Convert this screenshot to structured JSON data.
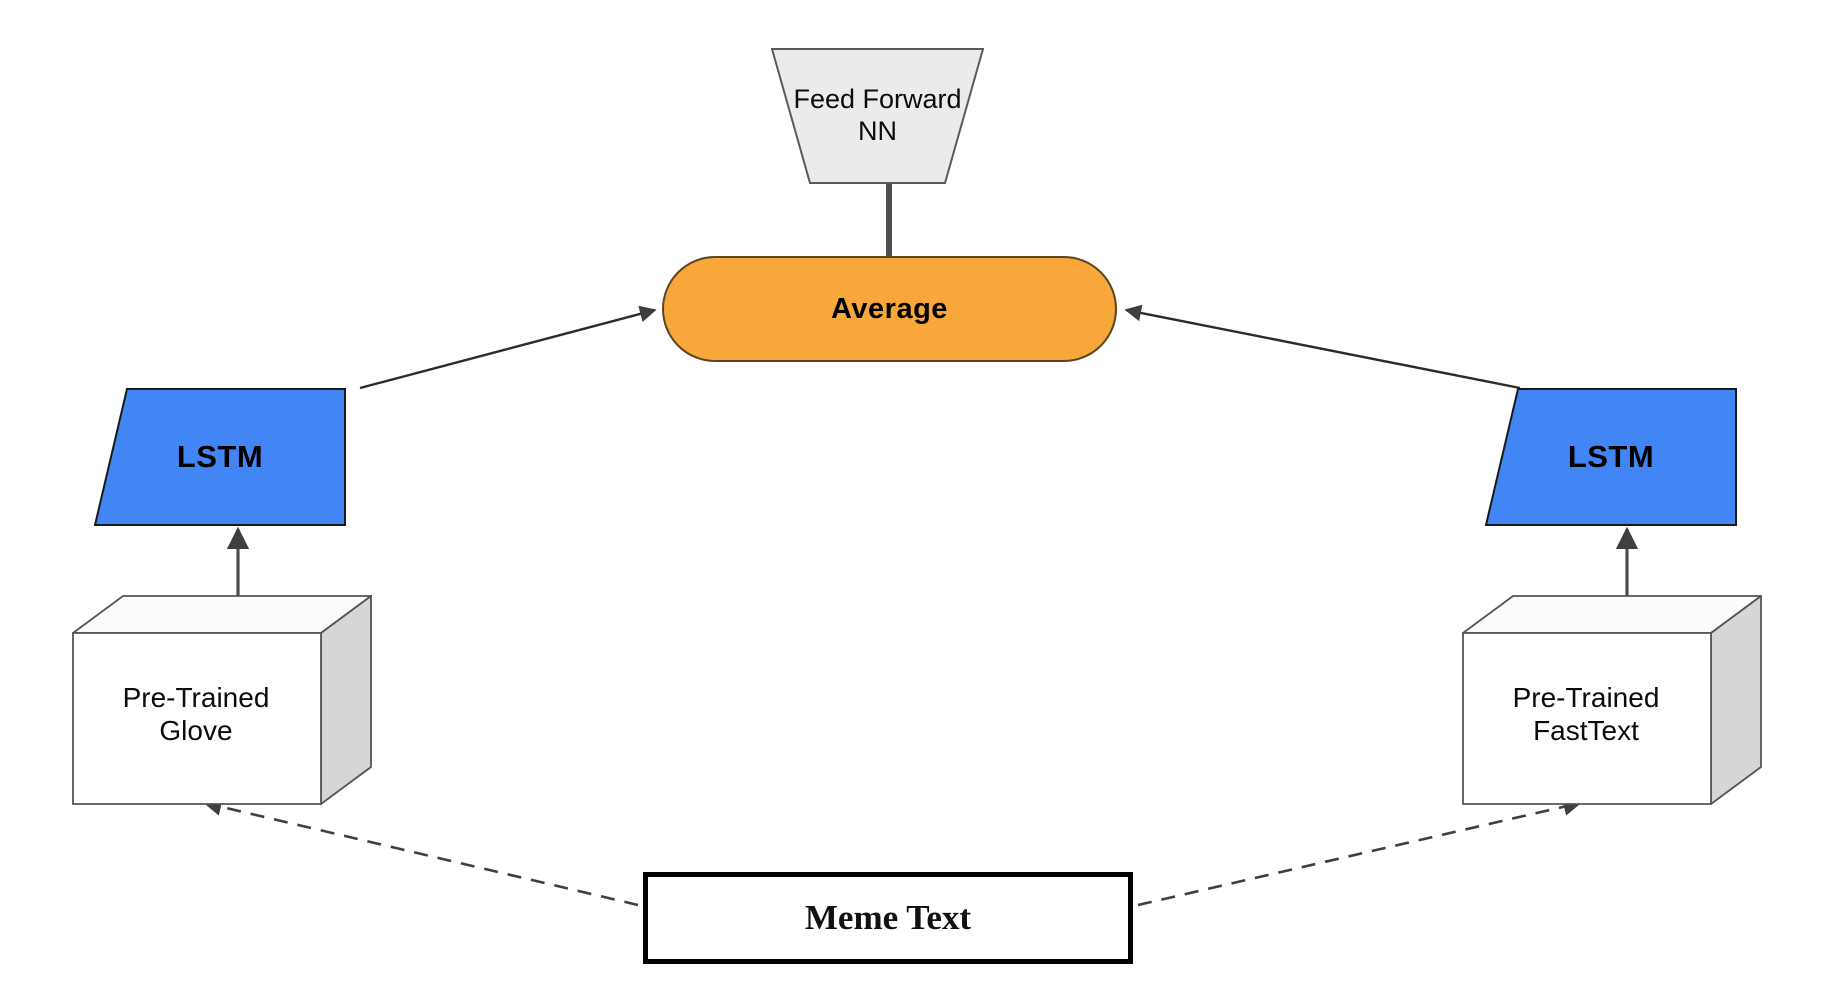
{
  "diagram": {
    "title": "Meme text dual-embedding LSTM architecture",
    "background_color": "#ffffff",
    "nodes": {
      "feed_forward": {
        "label": "Feed Forward\nNN",
        "shape": "inverted-trapezoid",
        "fill": "#ebebeb",
        "stroke": "#5a5a5a",
        "text_color": "#0b0b0b"
      },
      "average": {
        "label": "Average",
        "shape": "stadium",
        "fill": "#f8a73b",
        "stroke": "#5c4520",
        "text_color": "#000000"
      },
      "lstm_left": {
        "label": "LSTM",
        "shape": "trapezoid",
        "fill": "#4285f4",
        "stroke": "#1a1a1a",
        "text_color": "#000000"
      },
      "lstm_right": {
        "label": "LSTM",
        "shape": "trapezoid",
        "fill": "#4285f4",
        "stroke": "#1a1a1a",
        "text_color": "#000000"
      },
      "pretrained_glove": {
        "label": "Pre-Trained\nGlove",
        "shape": "cube-3d",
        "fill": "#ffffff",
        "side_fill": "#d6d6d6",
        "stroke": "#555555",
        "text_color": "#0b0b0b"
      },
      "pretrained_fasttext": {
        "label": "Pre-Trained\nFastText",
        "shape": "cube-3d",
        "fill": "#ffffff",
        "side_fill": "#d6d6d6",
        "stroke": "#555555",
        "text_color": "#0b0b0b"
      },
      "meme_text": {
        "label": "Meme Text",
        "shape": "rectangle",
        "fill": "#ffffff",
        "stroke": "#000000",
        "text_color": "#111111"
      }
    },
    "edges": [
      {
        "name": "meme-text-to-glove",
        "from": "meme_text",
        "to": "pretrained_glove",
        "style": "dashed",
        "arrow": true
      },
      {
        "name": "meme-text-to-fasttext",
        "from": "meme_text",
        "to": "pretrained_fasttext",
        "style": "dashed",
        "arrow": true
      },
      {
        "name": "glove-to-lstm-left",
        "from": "pretrained_glove",
        "to": "lstm_left",
        "style": "solid",
        "arrow": true
      },
      {
        "name": "fasttext-to-lstm-right",
        "from": "pretrained_fasttext",
        "to": "lstm_right",
        "style": "solid",
        "arrow": true
      },
      {
        "name": "lstm-left-to-average",
        "from": "lstm_left",
        "to": "average",
        "style": "solid",
        "arrow": true
      },
      {
        "name": "lstm-right-to-average",
        "from": "lstm_right",
        "to": "average",
        "style": "solid",
        "arrow": true
      },
      {
        "name": "average-to-feed-forward",
        "from": "average",
        "to": "feed_forward",
        "style": "solid",
        "arrow": false
      }
    ]
  }
}
